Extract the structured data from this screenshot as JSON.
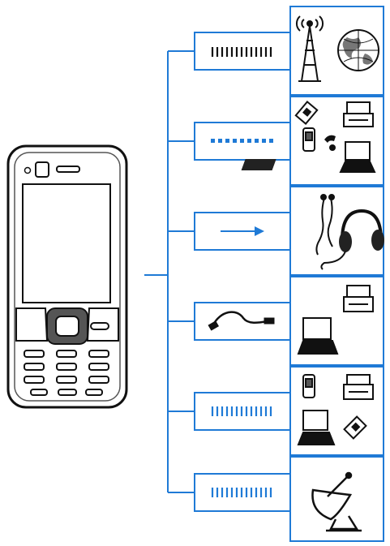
{
  "colors": {
    "blue": "#1f7ad6",
    "black": "#111111",
    "gray": "#8a8a8a",
    "background": "#ffffff"
  },
  "device": {
    "name_icon": "mobile-phone-icon"
  },
  "connections": [
    {
      "id": "cellular-network",
      "connector_icon": "radio-signal-icon",
      "device_icons": [
        "cell-tower-icon",
        "globe-icon"
      ]
    },
    {
      "id": "bluetooth",
      "connector_icon": "dotted-signal-icon",
      "device_icons": [
        "memory-card-icon",
        "printer-icon",
        "phone-icon",
        "headset-icon",
        "keyboard-icon",
        "laptop-icon"
      ]
    },
    {
      "id": "av-out",
      "connector_icon": "arrow-right-icon",
      "device_icons": [
        "earphones-icon",
        "headphones-icon"
      ]
    },
    {
      "id": "usb-cable",
      "connector_icon": "usb-cable-icon",
      "device_icons": [
        "laptop-icon",
        "printer-icon"
      ]
    },
    {
      "id": "wireless-lan",
      "connector_icon": "radio-signal-icon",
      "device_icons": [
        "phone-icon",
        "printer-icon",
        "laptop-icon",
        "memory-card-icon"
      ]
    },
    {
      "id": "gps",
      "connector_icon": "radio-signal-icon",
      "device_icons": [
        "satellite-dish-icon"
      ]
    }
  ]
}
